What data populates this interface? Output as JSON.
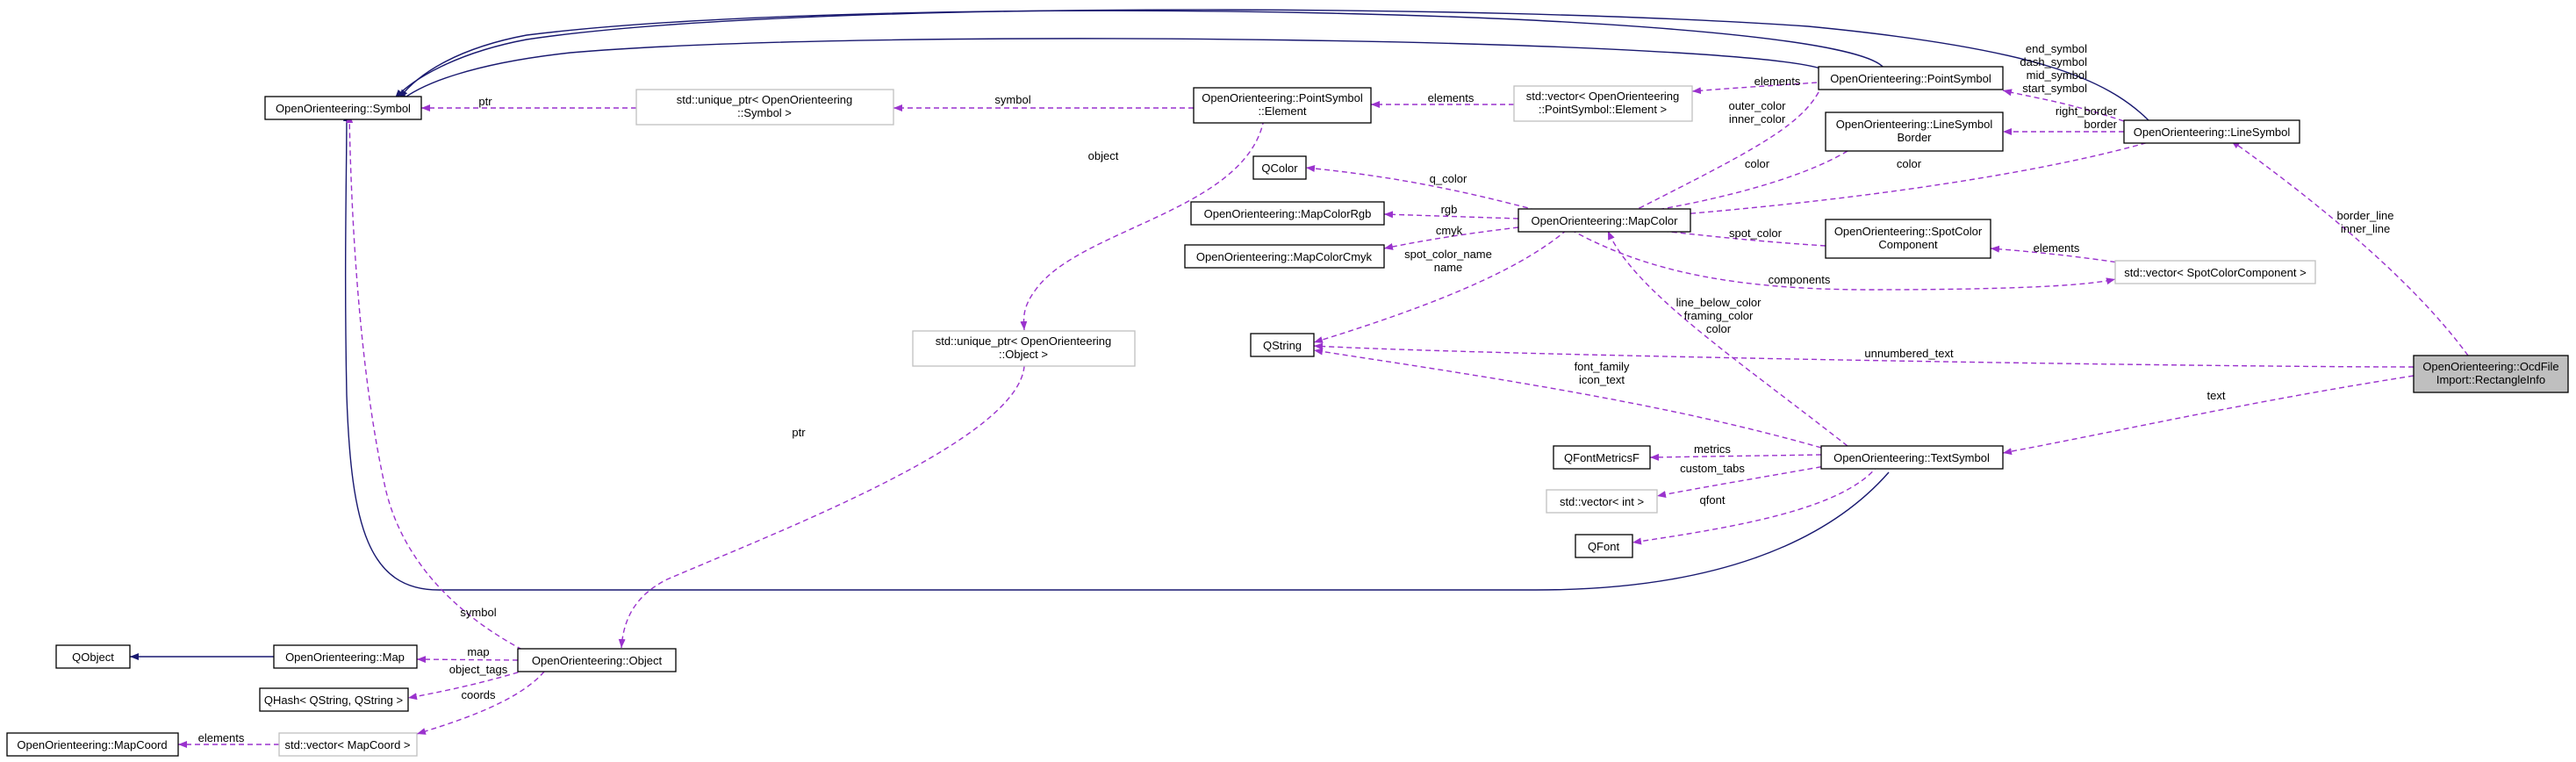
{
  "nodes": {
    "symbol": {
      "lines": [
        "OpenOrienteering::Symbol"
      ]
    },
    "uptr_symbol": {
      "lines": [
        "std::unique_ptr< OpenOrienteering",
        "::Symbol >"
      ]
    },
    "ps_element": {
      "lines": [
        "OpenOrienteering::PointSymbol",
        "::Element"
      ]
    },
    "vec_element": {
      "lines": [
        "std::vector< OpenOrienteering",
        "::PointSymbol::Element >"
      ]
    },
    "pointsymbol": {
      "lines": [
        "OpenOrienteering::PointSymbol"
      ]
    },
    "linesymbol": {
      "lines": [
        "OpenOrienteering::LineSymbol"
      ]
    },
    "lsborder": {
      "lines": [
        "OpenOrienteering::LineSymbol",
        "Border"
      ]
    },
    "qcolor": {
      "lines": [
        "QColor"
      ]
    },
    "mapcolorrgb": {
      "lines": [
        "OpenOrienteering::MapColorRgb"
      ]
    },
    "mapcolorcmyk": {
      "lines": [
        "OpenOrienteering::MapColorCmyk"
      ]
    },
    "mapcolor": {
      "lines": [
        "OpenOrienteering::MapColor"
      ]
    },
    "spotcolor": {
      "lines": [
        "OpenOrienteering::SpotColor",
        "Component"
      ]
    },
    "vec_spot": {
      "lines": [
        "std::vector< SpotColorComponent >"
      ]
    },
    "qstring": {
      "lines": [
        "QString"
      ]
    },
    "uptr_object": {
      "lines": [
        "std::unique_ptr< OpenOrienteering",
        "::Object >"
      ]
    },
    "ocd_rect": {
      "lines": [
        "OpenOrienteering::OcdFile",
        "Import::RectangleInfo"
      ]
    },
    "qfontmetrics": {
      "lines": [
        "QFontMetricsF"
      ]
    },
    "textsymbol": {
      "lines": [
        "OpenOrienteering::TextSymbol"
      ]
    },
    "vec_int": {
      "lines": [
        "std::vector< int >"
      ]
    },
    "qfont": {
      "lines": [
        "QFont"
      ]
    },
    "qobject": {
      "lines": [
        "QObject"
      ]
    },
    "map": {
      "lines": [
        "OpenOrienteering::Map"
      ]
    },
    "object": {
      "lines": [
        "OpenOrienteering::Object"
      ]
    },
    "qhash": {
      "lines": [
        "QHash< QString, QString >"
      ]
    },
    "mapcoord": {
      "lines": [
        "OpenOrienteering::MapCoord"
      ]
    },
    "vec_mapcoord": {
      "lines": [
        "std::vector< MapCoord >"
      ]
    }
  },
  "edge_labels": {
    "ptr_symbol": [
      "ptr"
    ],
    "symbol_a": [
      "symbol"
    ],
    "elements_a": [
      "elements"
    ],
    "elements_b": [
      "elements"
    ],
    "object_a": [
      "object"
    ],
    "ptr_object": [
      "ptr"
    ],
    "pointsym_roles": [
      "end_symbol",
      "dash_symbol",
      "mid_symbol",
      "start_symbol"
    ],
    "border_roles": [
      "right_border",
      "border"
    ],
    "outer_inner": [
      "outer_color",
      "inner_color"
    ],
    "q_color": [
      "q_color"
    ],
    "rgb": [
      "rgb"
    ],
    "cmyk": [
      "cmyk"
    ],
    "color_a": [
      "color"
    ],
    "color_b": [
      "color"
    ],
    "spot_color": [
      "spot_color"
    ],
    "components": [
      "components"
    ],
    "spot_name": [
      "spot_color_name",
      "name"
    ],
    "unnumbered": [
      "unnumbered_text"
    ],
    "font_icon": [
      "font_family",
      "icon_text"
    ],
    "line_below": [
      "line_below_color",
      "framing_color",
      "color"
    ],
    "border_inner": [
      "border_line",
      "inner_line"
    ],
    "text": [
      "text"
    ],
    "metrics": [
      "metrics"
    ],
    "custom_tabs": [
      "custom_tabs"
    ],
    "qfont_lbl": [
      "qfont"
    ],
    "symbol_b": [
      "symbol"
    ],
    "map_lbl": [
      "map"
    ],
    "object_tags": [
      "object_tags"
    ],
    "coords": [
      "coords"
    ],
    "elements_c": [
      "elements"
    ]
  }
}
